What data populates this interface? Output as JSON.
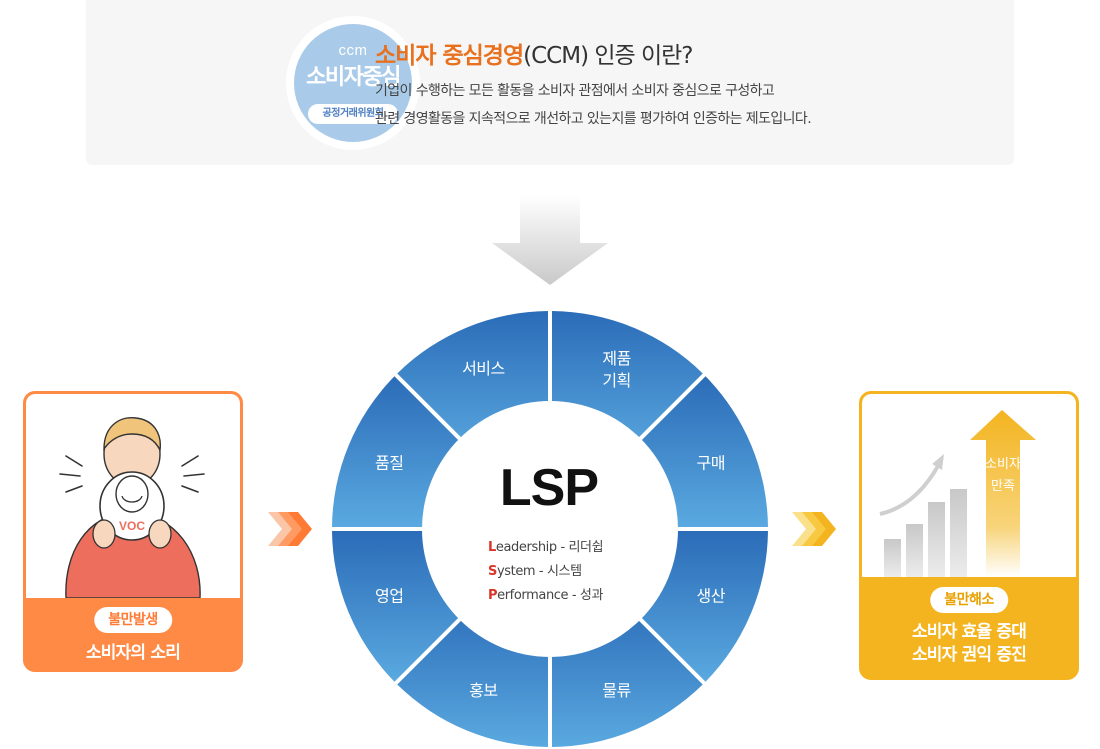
{
  "header": {
    "logo": {
      "ccm_text": "ccm",
      "main_text": "소비자중심",
      "band_text": "공정거래위원회"
    },
    "title_highlight": "소비자 중심경영",
    "title_rest": "(CCM) 인증 이란?",
    "desc_line1": "기업이 수행하는 모든 활동을 소비자 관점에서 소비자 중심으로 구성하고",
    "desc_line2": "관련 경영활동을 지속적으로 개선하고 있는지를 평가하여 인증하는 제도입니다."
  },
  "left_card": {
    "voc": "VOC",
    "badge": "불만발생",
    "caption": "소비자의 소리"
  },
  "right_card": {
    "arrow_line1": "소비자",
    "arrow_line2": "만족",
    "badge": "불만해소",
    "caption_line1": "소비자 효율 증대",
    "caption_line2": "소비자 권익 증진"
  },
  "wheel": {
    "center_title": "LSP",
    "rows": [
      {
        "key": "L",
        "rest": "eadership - 리더쉽"
      },
      {
        "key": "S",
        "rest": "ystem - 시스템"
      },
      {
        "key": "P",
        "rest": "erformance - 성과"
      }
    ],
    "segments": [
      {
        "line1": "제품",
        "line2": "기획"
      },
      {
        "line1": "구매",
        "line2": ""
      },
      {
        "line1": "생산",
        "line2": ""
      },
      {
        "line1": "물류",
        "line2": ""
      },
      {
        "line1": "홍보",
        "line2": ""
      },
      {
        "line1": "영업",
        "line2": ""
      },
      {
        "line1": "품질",
        "line2": ""
      },
      {
        "line1": "서비스",
        "line2": ""
      }
    ]
  },
  "colors": {
    "accent_orange": "#e8711f",
    "left_card": "#ff8a45",
    "right_card": "#f3b41f",
    "wheel_dark": "#2b6cb8",
    "wheel_light": "#5aa9e0",
    "lsp_key": "#d9362a"
  },
  "icons": {
    "down_arrow": "down-arrow-icon",
    "chevrons": "double-chevron-right-icon",
    "person": "person-megaphone-illustration",
    "growth": "growth-bar-chart-illustration"
  }
}
